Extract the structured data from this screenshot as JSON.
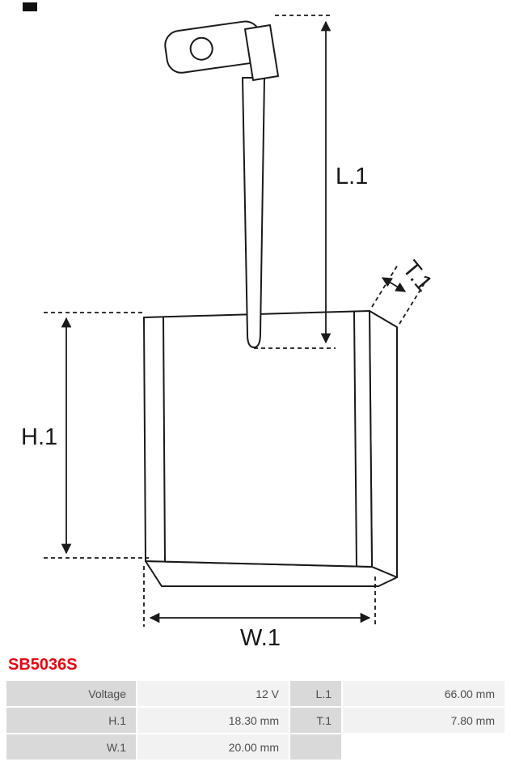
{
  "part_number": "SB5036S",
  "diagram": {
    "labels": {
      "length": "L.1",
      "height": "H.1",
      "width": "W.1",
      "thickness": "T.1"
    }
  },
  "table": {
    "rows": [
      {
        "c1": "Voltage",
        "v1": "12 V",
        "c2": "L.1",
        "v2": "66.00 mm"
      },
      {
        "c1": "H.1",
        "v1": "18.30 mm",
        "c2": "T.1",
        "v2": "7.80 mm"
      },
      {
        "c1": "W.1",
        "v1": "20.00 mm",
        "c2": "",
        "v2": ""
      }
    ]
  },
  "colors": {
    "part_number_red": "#e30613",
    "line": "#1a1a1a",
    "label_cell_bg": "#d9d9d9",
    "value_cell_bg": "#f2f2f2",
    "table_text": "#4d4d4d"
  }
}
